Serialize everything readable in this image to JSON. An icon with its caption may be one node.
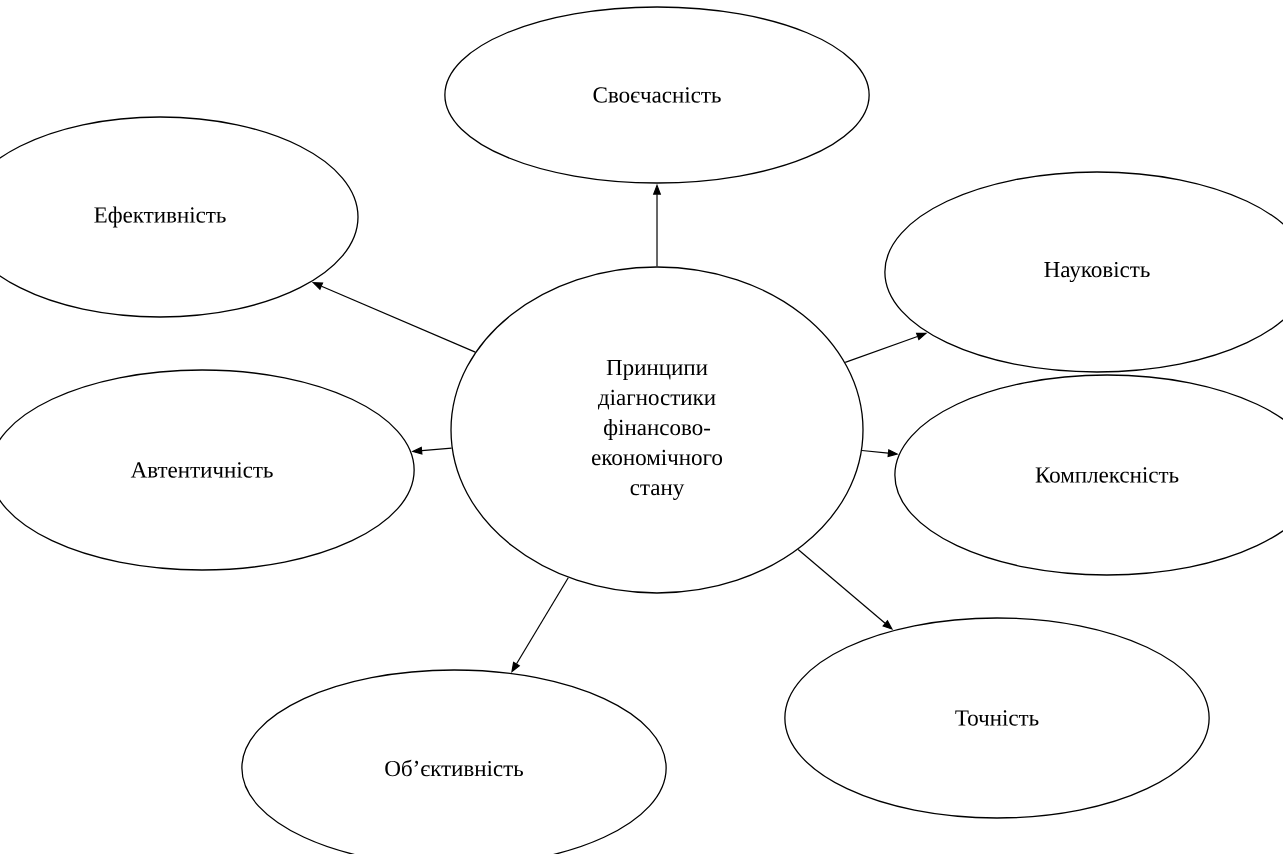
{
  "diagram": {
    "nodes": [
      {
        "text": [
          "Своєчасність"
        ]
      },
      {
        "text": [
          "Ефективність"
        ]
      },
      {
        "text": [
          "Науковість"
        ]
      },
      {
        "text": [
          "Принципи діагностики фінансово-економічного стану"
        ]
      },
      {
        "text": [
          "Автентичність"
        ]
      },
      {
        "text": [
          "Комплексність"
        ]
      },
      {
        "text": [
          "Об’єктивність"
        ]
      },
      {
        "text": [
          "Точність"
        ]
      }
    ],
    "edges": [
      {
        "from": 3,
        "to": 0,
        "arrow": "to"
      },
      {
        "from": 3,
        "to": 1,
        "arrow": "to"
      },
      {
        "from": 3,
        "to": 2,
        "arrow": "to"
      },
      {
        "from": 3,
        "to": 4,
        "arrow": "to"
      },
      {
        "from": 3,
        "to": 5,
        "arrow": "to"
      },
      {
        "from": 3,
        "to": 6,
        "arrow": "to"
      },
      {
        "from": 3,
        "to": 7,
        "arrow": "to"
      }
    ]
  }
}
